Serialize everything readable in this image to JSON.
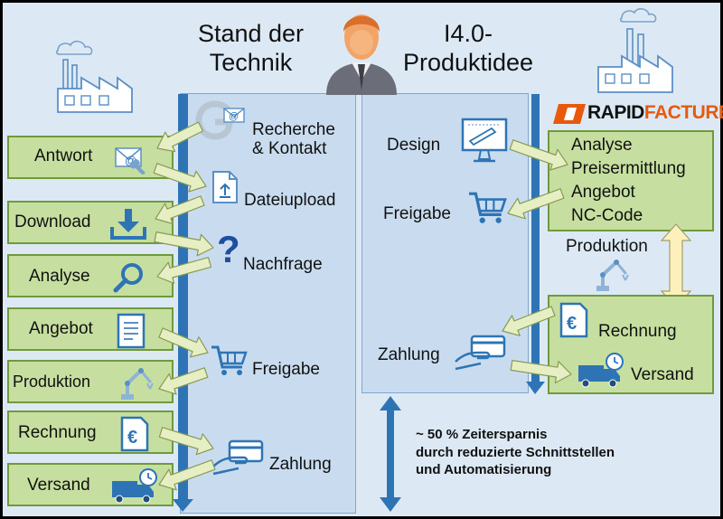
{
  "headers": {
    "left_line1": "Stand der",
    "left_line2": "Technik",
    "right_line1": "I4.0-",
    "right_line2": "Produktidee"
  },
  "logo": {
    "part1": "RAPID",
    "part2": "FACTURE"
  },
  "left_boxes": [
    "Antwort",
    "Download",
    "Analyse",
    "Angebot",
    "Produktion",
    "Rechnung",
    "Versand"
  ],
  "left_panel": {
    "recherche": "Recherche",
    "kontakt": "& Kontakt",
    "dateiupload": "Dateiupload",
    "nachfrage": "Nachfrage",
    "freigabe": "Freigabe",
    "zahlung": "Zahlung"
  },
  "right_panel": {
    "design": "Design",
    "freigabe": "Freigabe",
    "zahlung": "Zahlung"
  },
  "rf_box": [
    "Analyse",
    "Preisermittlung",
    "Angebot",
    "NC-Code"
  ],
  "produktion": "Produktion",
  "rf_bottom": {
    "rechnung": "Rechnung",
    "versand": "Versand"
  },
  "summary": {
    "line1": "~ 50 % Zeitersparnis",
    "line2": "durch reduzierte Schnittstellen",
    "line3": "und Automatisierung"
  },
  "colors": {
    "box_fill": "#c6dfa0",
    "box_border": "#6f9a3b",
    "panel_fill": "#c9dcef",
    "bar_blue": "#2e74b5",
    "arrow_fill": "#e6efc3",
    "logo_orange": "#e8590c"
  },
  "icons": [
    "factory-icon",
    "person-icon",
    "email-icon",
    "download-icon",
    "magnifier-icon",
    "document-icon",
    "robot-arm-icon",
    "invoice-euro-icon",
    "delivery-truck-icon",
    "google-icon",
    "file-upload-icon",
    "question-icon",
    "cart-icon",
    "credit-card-icon",
    "cad-monitor-icon"
  ]
}
